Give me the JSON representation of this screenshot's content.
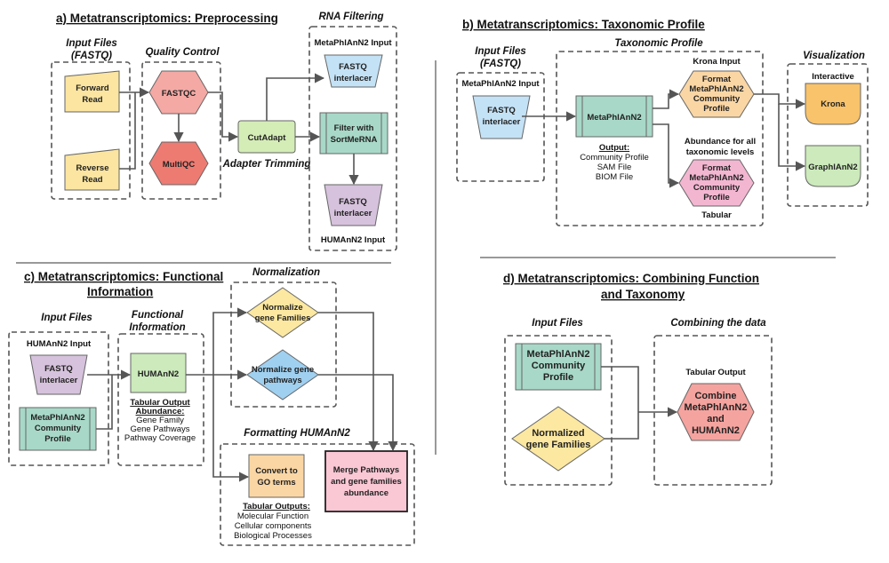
{
  "section_a": {
    "title": "a) Metatranscriptomics: Preprocessing",
    "input_group": [
      "Input Files",
      "(FASTQ)"
    ],
    "forward_read": [
      "Forward",
      "Read"
    ],
    "reverse_read": [
      "Reverse",
      "Read"
    ],
    "qc_group": "Quality Control",
    "fastqc": "FASTQC",
    "multiqc": "MultiQC",
    "cutadapt": "CutAdapt",
    "adapter_trimming": "Adapter Trimming",
    "rna_group": "RNA Filtering",
    "metaphlan_input": "MetaPhlAnN2 Input",
    "fastq_interlacer_top": [
      "FASTQ",
      "interlacer"
    ],
    "sortmerna": [
      "Filter with",
      "SortMeRNA"
    ],
    "fastq_interlacer_bottom": [
      "FASTQ",
      "interlacer"
    ],
    "humann_input": "HUMAnN2 Input"
  },
  "section_b": {
    "title": "b) Metatranscriptomics: Taxonomic Profile",
    "input_group": [
      "Input Files",
      "(FASTQ)"
    ],
    "metaphlan_input": "MetaPhlAnN2 Input",
    "fastq_interlacer": [
      "FASTQ",
      "interlacer"
    ],
    "profile_group": "Taxonomic Profile",
    "metaphlan": "MetaPhlAnN2",
    "output_header": "Output:",
    "outputs": [
      "Community Profile",
      "SAM File",
      "BIOM File"
    ],
    "krona_input": "Krona Input",
    "format_krona": [
      "Format",
      "MetaPhlAnN2",
      "Community",
      "Profile"
    ],
    "abundance_label": [
      "Abundance for all",
      "taxonomic levels"
    ],
    "format_tabular": [
      "Format",
      "MetaPhlAnN2",
      "Community",
      "Profile"
    ],
    "tabular": "Tabular",
    "viz_group": "Visualization",
    "interactive": "Interactive",
    "krona": "Krona",
    "graphlan": "GraphlAnN2"
  },
  "section_c": {
    "title": [
      "c) Metatranscriptomics: Functional",
      "Information"
    ],
    "input_group": "Input Files",
    "humann_input": "HUMAnN2 Input",
    "fastq_interlacer": [
      "FASTQ",
      "interlacer"
    ],
    "community_profile": [
      "MetaPhlAnN2",
      "Community",
      "Profile"
    ],
    "func_group": [
      "Functional",
      "Information"
    ],
    "humann": "HUMAnN2",
    "tabular_header": "Tabular Output",
    "abundance_header": "Abundance:",
    "outputs": [
      "Gene Family",
      "Gene Pathways",
      "Pathway Coverage"
    ],
    "norm_group": "Normalization",
    "normalize_families": [
      "Normalize",
      "gene Families"
    ],
    "normalize_pathways": [
      "Normalize gene",
      "pathways"
    ],
    "format_group": "Formatting HUMAnN2",
    "convert_go": [
      "Convert to",
      "GO terms"
    ],
    "tabular_outputs_header": "Tabular Outputs:",
    "tabular_outputs": [
      "Molecular Function",
      "Cellular components",
      "Biological Processes"
    ],
    "merge": [
      "Merge Pathways",
      "and gene families",
      "abundance"
    ]
  },
  "section_d": {
    "title": [
      "d) Metatranscriptomics: Combining Function",
      "and Taxonomy"
    ],
    "input_group": "Input Files",
    "community_profile": [
      "MetaPhlAnN2",
      "Community",
      "Profile"
    ],
    "normalized_families": [
      "Normalized",
      "gene Families"
    ],
    "combine_group": "Combining the data",
    "tabular_output": "Tabular Output",
    "combine": [
      "Combine",
      "MetaPhlAnN2",
      "and",
      "HUMAnN2"
    ]
  },
  "colors": {
    "read": "#fbe5a0",
    "fastqc": "#f4a9a4",
    "multiqc": "#ee7b72",
    "cutadapt": "#d4ecb6",
    "interlacer_blue": "#c4e2f6",
    "interlacer_purple": "#d6c2dc",
    "teal": "#a8d8c8",
    "orange": "#fad6a5",
    "pink": "#f3b6d1",
    "krona": "#f8c36b",
    "green": "#cceabb",
    "diamond_yellow": "#fce8a0",
    "diamond_blue": "#9fd0f0",
    "merge": "#fac7d5",
    "combine": "#f5a39f"
  }
}
